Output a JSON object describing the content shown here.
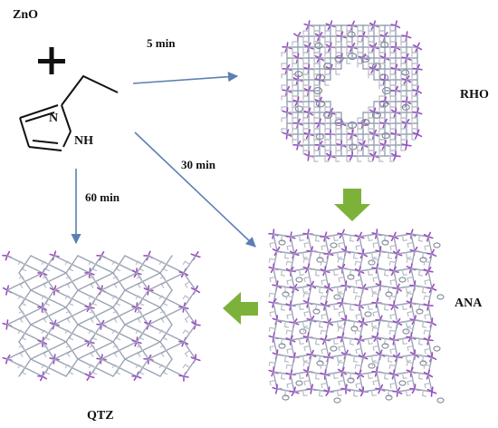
{
  "reactants": {
    "oxide": "ZnO",
    "plus_symbol": "+",
    "ring_atom_n": "N",
    "ring_atom_nh": "NH"
  },
  "arrows": {
    "to_rho_time": "5 min",
    "to_ana_time": "30 min",
    "to_qtz_time": "60 min"
  },
  "products": {
    "rho": "RHO",
    "ana": "ANA",
    "qtz": "QTZ"
  },
  "colors": {
    "thin_arrow": "#5b7fb3",
    "block_arrow": "#7db23a",
    "framework_linker": "#9aa4b4",
    "framework_node": "#9a4dc4"
  }
}
